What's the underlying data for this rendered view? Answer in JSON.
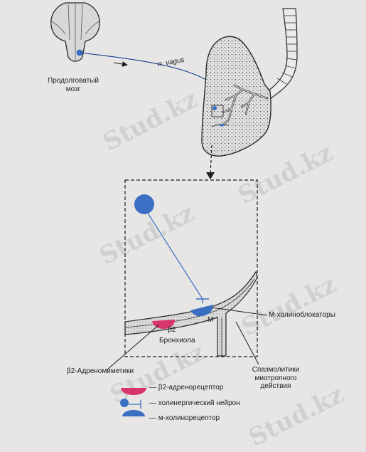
{
  "labels": {
    "medulla": "Продолговатый мозг",
    "vagus": "n. vagus",
    "bronchiole": "Бронхиола",
    "b2_symbol": "β2",
    "m_symbol": "M",
    "m_blockers": "М-холиноблокаторы",
    "b2_agonists": "β2-Адреномиметики",
    "spasmolytics": "Спазмолитики миотропного действия"
  },
  "legend": [
    {
      "icon": "beta2-receptor-icon",
      "text": "— β2-адренорецептор"
    },
    {
      "icon": "cholinergic-neuron-icon",
      "text": "— холинергический нейрон"
    },
    {
      "icon": "m-receptor-icon",
      "text": "— м-холинорецептор"
    }
  ],
  "watermark": "Stud.kz",
  "colors": {
    "neuron_blue": "#3a6fc4",
    "receptor_red": "#d8356a",
    "line": "#1e1e1e",
    "lung_fill": "#cfcfcf"
  }
}
